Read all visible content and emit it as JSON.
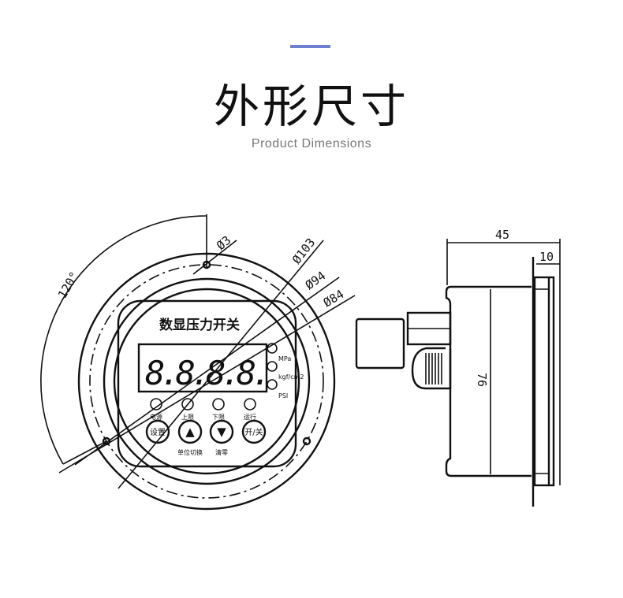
{
  "header": {
    "title": "外形尺寸",
    "subtitle": "Product Dimensions",
    "accent_color": "#6f80d2"
  },
  "front_view": {
    "panel_title": "数显压力开关",
    "display_digits": "8.8.8.8.",
    "units": [
      "MPa",
      "kgf/cm2",
      "PSI"
    ],
    "indicators": [
      "电源",
      "上限",
      "下限",
      "运行"
    ],
    "buttons": [
      "设置",
      "▲",
      "▼",
      "开/关"
    ],
    "button_captions": [
      "单位切换",
      "清零"
    ],
    "dimensions": {
      "angle": "120°",
      "hole": "Ø3",
      "outer": "Ø103",
      "bolt_circle": "Ø94",
      "inner": "Ø84"
    }
  },
  "side_view": {
    "dimensions": {
      "depth": "45",
      "flange": "10",
      "height": "76"
    }
  }
}
